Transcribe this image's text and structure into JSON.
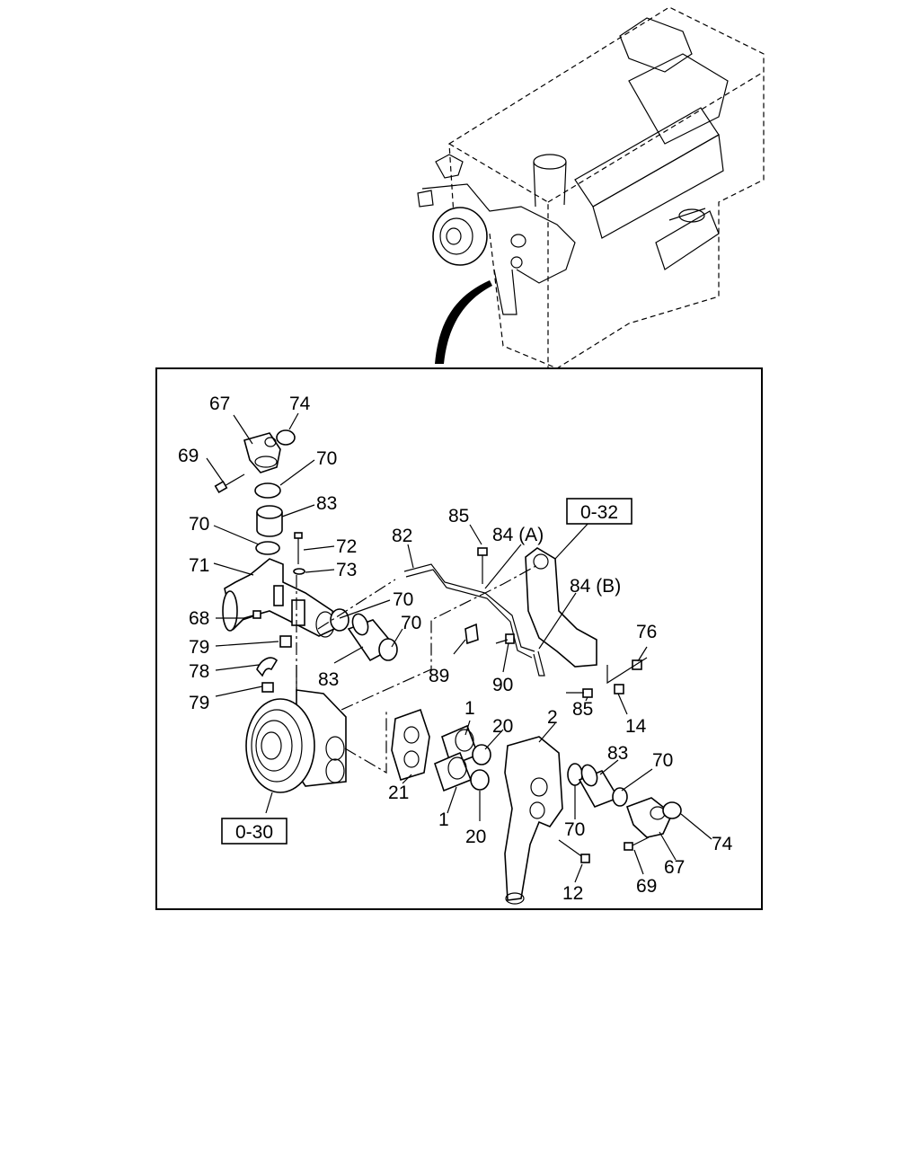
{
  "diagram": {
    "refs": {
      "r_032": "0-32",
      "r_030": "0-30"
    },
    "callouts": {
      "c67a": "67",
      "c74a": "74",
      "c69a": "69",
      "c70a": "70",
      "c83a": "83",
      "c70b": "70",
      "c72": "72",
      "c73": "73",
      "c71": "71",
      "c82": "82",
      "c85a": "85",
      "c84a": "84 (A)",
      "c84b": "84 (B)",
      "c70c": "70",
      "c70d": "70",
      "c68": "68",
      "c79a": "79",
      "c78": "78",
      "c79b": "79",
      "c83b": "83",
      "c89": "89",
      "c90": "90",
      "c76": "76",
      "c85b": "85",
      "c14": "14",
      "c1a": "1",
      "c20a": "20",
      "c2": "2",
      "c83c": "83",
      "c70e": "70",
      "c21": "21",
      "c1b": "1",
      "c20b": "20",
      "c70f": "70",
      "c74b": "74",
      "c67b": "67",
      "c69b": "69",
      "c12": "12"
    }
  }
}
